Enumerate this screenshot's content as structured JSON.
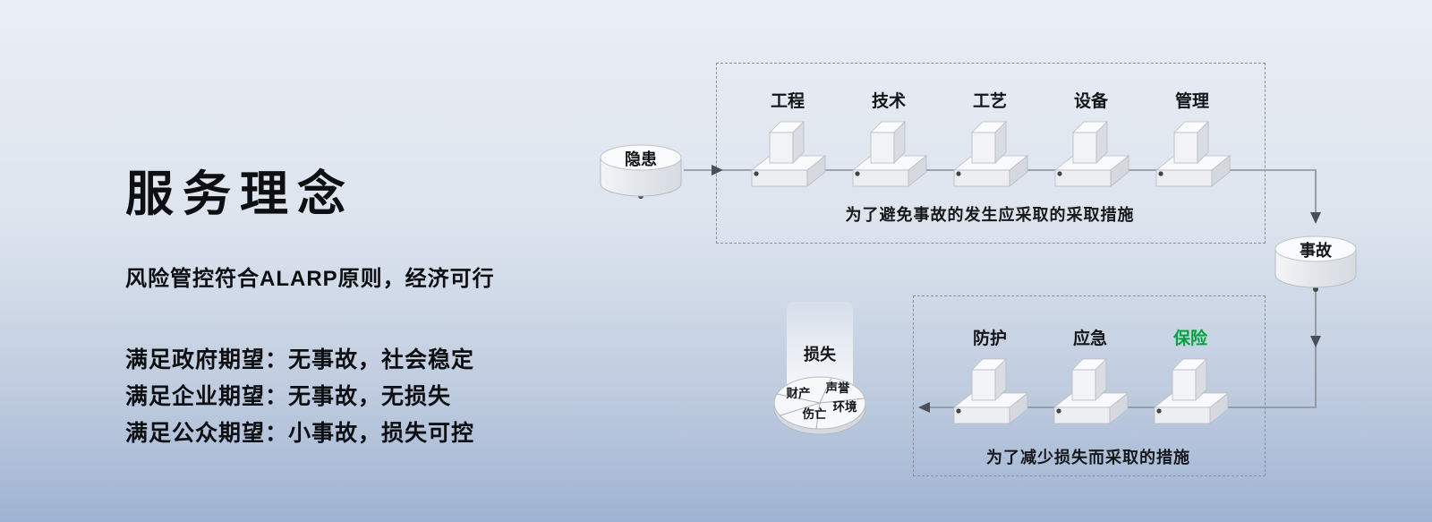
{
  "left_panel": {
    "title": "服务理念",
    "subtitle": "风险管控符合ALARP原则，经济可行",
    "bullets": [
      "满足政府期望：无事故，社会稳定",
      "满足企业期望：无事故，无损失",
      "满足公众期望：小事故，损失可控"
    ]
  },
  "diagram": {
    "hazard": {
      "label": "隐患"
    },
    "accident": {
      "label": "事故"
    },
    "loss": {
      "label": "损失",
      "segments": [
        "财产",
        "声誉",
        "伤亡",
        "环境"
      ]
    },
    "prevention": {
      "caption": "为了避免事故的发生应采取的采取措施",
      "barriers": [
        {
          "label": "工程"
        },
        {
          "label": "技术"
        },
        {
          "label": "工艺"
        },
        {
          "label": "设备"
        },
        {
          "label": "管理"
        }
      ]
    },
    "mitigation": {
      "caption": "为了减少损失而采取的措施",
      "barriers": [
        {
          "label": "防护"
        },
        {
          "label": "应急"
        },
        {
          "label": "保险",
          "emphasis": "green"
        }
      ]
    }
  },
  "colors": {
    "bg_top": "#EAEEF4",
    "bg_bottom": "#9FB3D3",
    "insurance_green": "#00A33C"
  }
}
